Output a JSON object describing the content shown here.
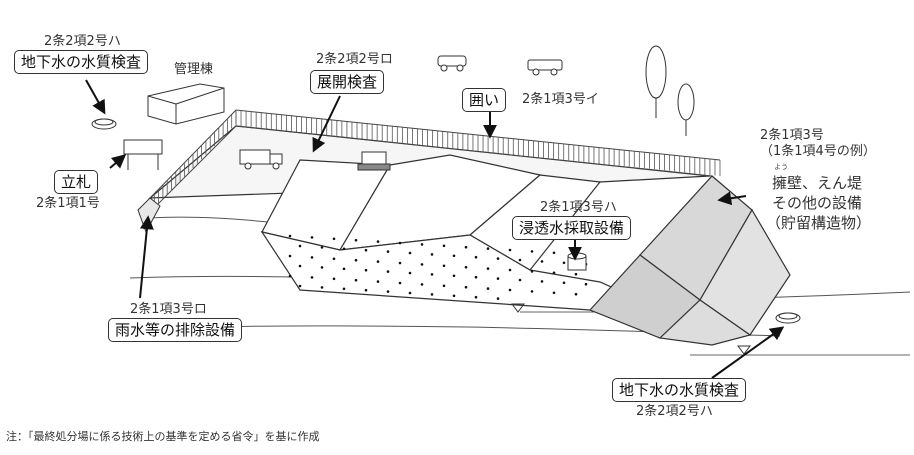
{
  "labels": {
    "top_left_code": "2条2項2号ハ",
    "top_left_box": "地下水の水質検査",
    "kanri": "管理棟",
    "tenkai_code": "2条2項2号ロ",
    "tenkai_box": "展開検査",
    "kakoi_box": "囲い",
    "kakoi_code": "2条1項3号イ",
    "tatefuda_box": "立札",
    "tatefuda_code": "2条1項1号",
    "right_code1": "2条1項3号",
    "right_code2": "（1条1項4号の例）",
    "right_ruby": "よう",
    "right_line1": "擁壁、えん堤",
    "right_line2": "その他の設備",
    "right_line3": "（貯留構造物）",
    "shinto_code": "2条1項3号ハ",
    "shinto_box": "浸透水採取設備",
    "usui_code": "2条1項3号ロ",
    "usui_box": "雨水等の排除設備",
    "bottom_box": "地下水の水質検査",
    "bottom_code": "2条2項2号ハ"
  },
  "note": "注：「最終処分場に係る技術上の基準を定める省令」を基に作成",
  "icons": [
    "well-icon",
    "signboard-icon",
    "building-icon",
    "truck-icon",
    "bulldozer-icon",
    "car-icon",
    "tree-icon",
    "water-level-icon"
  ]
}
